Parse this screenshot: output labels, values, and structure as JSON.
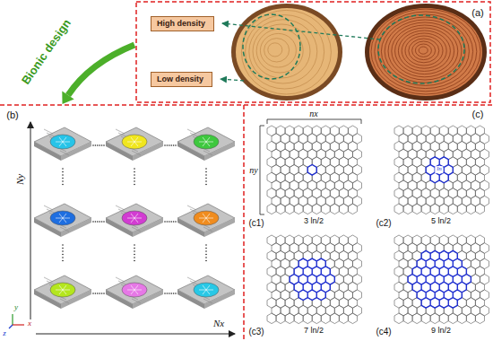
{
  "diagram": {
    "nodes": [
      {
        "text": [
          "High density"
        ]
      },
      {
        "text": [
          "Low density"
        ]
      }
    ],
    "labels": [
      "(a)",
      "Bionic design",
      "(b)",
      "Nx",
      "Ny",
      "y",
      "x",
      "z",
      "(c)",
      "nx",
      "ny",
      "(c1)",
      "3 ln/2",
      "(c2)",
      "ln",
      "5 ln/2",
      "(c3)",
      "7 ln/2",
      "(c4)",
      "9 ln/2"
    ]
  }
}
